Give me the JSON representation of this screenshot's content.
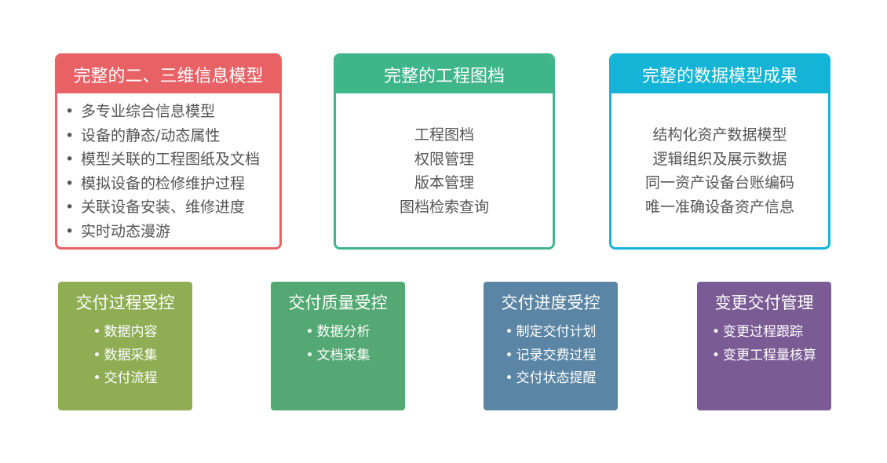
{
  "top_cards": [
    {
      "title": "完整的二、三维信息模型",
      "items": [
        "多专业综合信息模型",
        "设备的静态/动态属性",
        "模型关联的工程图纸及文档",
        "模拟设备的检修维护过程",
        "关联设备安装、维修进度",
        "实时动态漫游"
      ],
      "color": "#e86165"
    },
    {
      "title": "完整的工程图档",
      "items": [
        "工程图档",
        "权限管理",
        "版本管理",
        "图档检索查询"
      ],
      "color": "#3fb58a"
    },
    {
      "title": "完整的数据模型成果",
      "items": [
        "结构化资产数据模型",
        "逻辑组织及展示数据",
        "同一资产设备台账编码",
        "唯一准确设备资产信息"
      ],
      "color": "#13b4d6"
    }
  ],
  "bottom_tiles": [
    {
      "title": "交付过程受控",
      "items": [
        "数据内容",
        "数据采集",
        "交付流程"
      ],
      "color": "#8fae54"
    },
    {
      "title": "交付质量受控",
      "items": [
        "数据分析",
        "文档采集"
      ],
      "color": "#54a873"
    },
    {
      "title": "交付进度受控",
      "items": [
        "制定交付计划",
        "记录交费过程",
        "交付状态提醒"
      ],
      "color": "#5b85a4"
    },
    {
      "title": "变更交付管理",
      "items": [
        "变更过程跟踪",
        "变更工程量核算"
      ],
      "color": "#7a5b94"
    }
  ],
  "bullet": "•"
}
